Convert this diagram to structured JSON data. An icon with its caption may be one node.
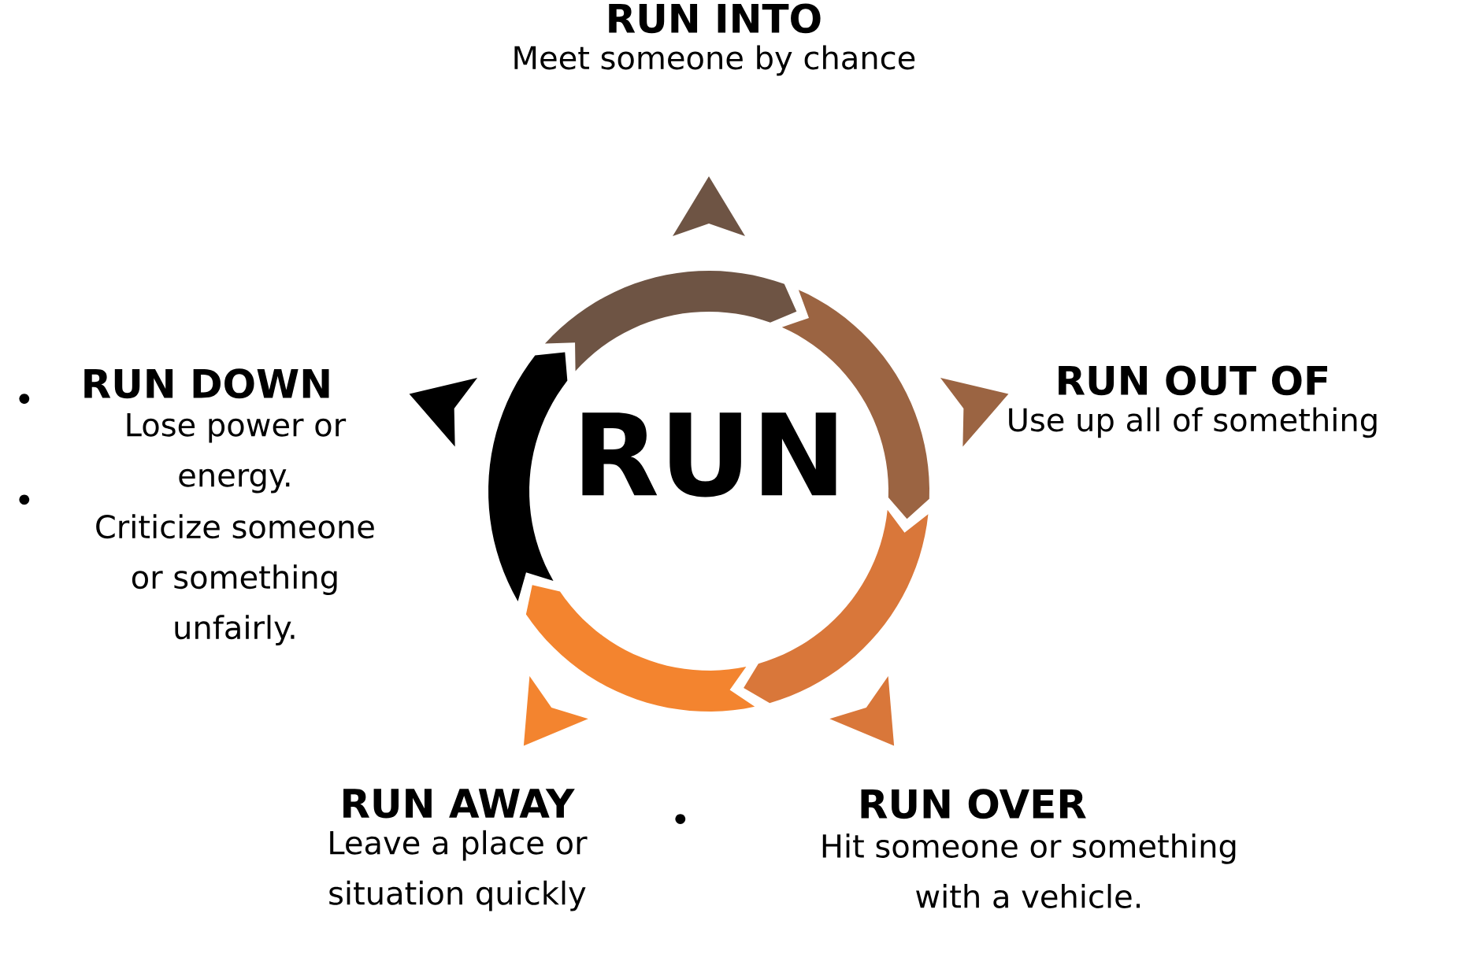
{
  "diagram": {
    "nodes": [
      {
        "text": [
          "RUN INTO",
          "Meet someone by chance"
        ]
      },
      {
        "text": [
          "RUN DOWN",
          "Lose power or energy.",
          "Criticize someone or something unfairly."
        ]
      },
      {
        "text": [
          "RUN"
        ]
      },
      {
        "text": [
          "RUN OUT OF",
          "Use up all of something"
        ]
      },
      {
        "text": [
          "RUN AWAY",
          "Leave a place or situation quickly"
        ]
      },
      {
        "text": [
          "RUN OVER",
          "Hit someone or something with a vehicle."
        ]
      }
    ]
  }
}
